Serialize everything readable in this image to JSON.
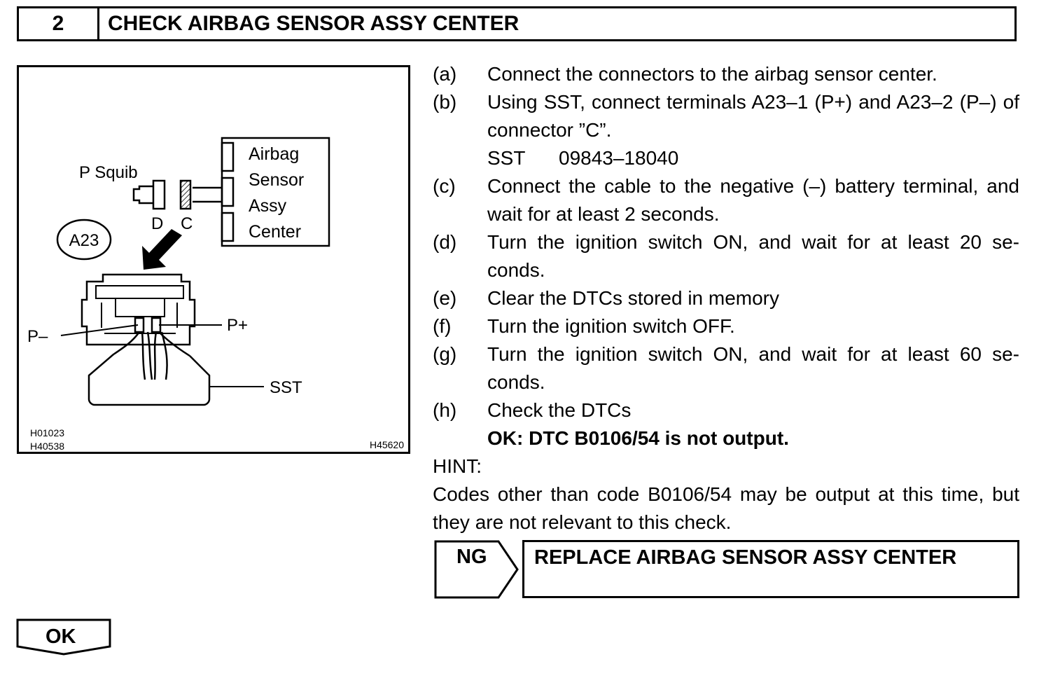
{
  "header": {
    "step_number": "2",
    "title": "CHECK AIRBAG SENSOR ASSY CENTER"
  },
  "figure": {
    "p_squib": "P Squib",
    "sensor_label": [
      "Airbag",
      "Sensor",
      "Assy",
      "Center"
    ],
    "connector_d": "D",
    "connector_c": "C",
    "connector_id": "A23",
    "p_minus": "P–",
    "p_plus": "P+",
    "sst": "SST",
    "ref_codes": [
      "H01023",
      "H40538"
    ],
    "ref_code_right": "H45620"
  },
  "steps": [
    {
      "letter": "(a)",
      "text": "Connect the connectors to the airbag sensor center."
    },
    {
      "letter": "(b)",
      "text": "Using SST, connect terminals A23–1 (P+) and A23–2 (P–) of connector ”C”."
    },
    {
      "letter": "(c)",
      "text": "Connect the cable to the negative (–) battery terminal, and wait for at least 2 seconds."
    },
    {
      "letter": "(d)",
      "text": "Turn the ignition switch ON, and wait for at least 20 se-conds."
    },
    {
      "letter": "(e)",
      "text": "Clear the DTCs stored in memory"
    },
    {
      "letter": "(f)",
      "text": "Turn the ignition switch OFF."
    },
    {
      "letter": "(g)",
      "text": "Turn the ignition switch ON, and wait for at least 60 se-conds."
    },
    {
      "letter": "(h)",
      "text": "Check the DTCs"
    }
  ],
  "sst_line": {
    "label": "SST",
    "part_number": "09843–18040"
  },
  "ok_condition": "OK: DTC B0106/54 is not output.",
  "hint": {
    "label": "HINT:",
    "text": "Codes other than code B0106/54 may be output at this time, but they are not relevant to this check."
  },
  "ng": {
    "label": "NG",
    "action": "REPLACE AIRBAG SENSOR ASSY CENTER"
  },
  "ok": {
    "label": "OK"
  }
}
